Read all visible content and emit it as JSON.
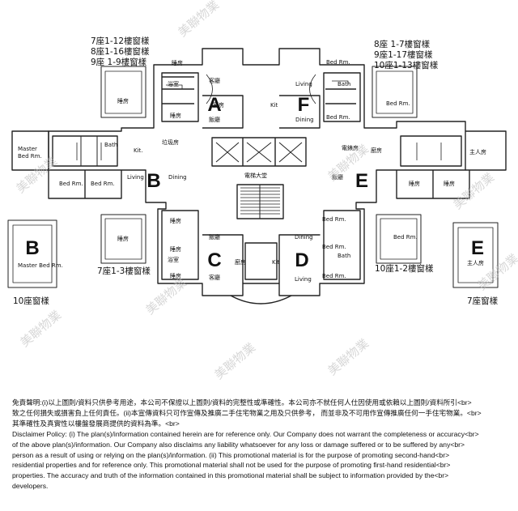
{
  "units": {
    "A": "A",
    "B": "B",
    "C": "C",
    "D": "D",
    "E": "E",
    "F": "F"
  },
  "notes": {
    "tl": [
      "7座1-12樓窗樣",
      "8座1-16樓窗樣",
      "9座 1-9樓窗樣"
    ],
    "tr": [
      "8座 1-7樓窗樣",
      "9座1-17樓窗樣",
      "10座1-13樓窗樣"
    ],
    "bl_mid": "7座1-3樓窗樣",
    "br_mid": "10座1-2樓窗樣",
    "bl_corner": "10座窗樣",
    "br_corner": "7座窗樣"
  },
  "rooms": {
    "bedroom_zh": "睡房",
    "bedroom_en": "Bed Rm.",
    "bath_zh": "浴室",
    "bath_en": "Bath",
    "living_zh": "客廳",
    "living_en": "Living",
    "dining_zh": "飯廳",
    "dining_en": "Dining",
    "kitchen_zh": "廚房",
    "kitchen_en": "Kit.",
    "kitchen_en2": "Kit",
    "master_zh": "主人房",
    "master_en": "Master\nBed Rm.",
    "master_en_inline": "Master Bed Rm.",
    "elevator_hall": "電梯大堂",
    "meter_room": "電錶房",
    "utility_a": "垃圾房"
  },
  "watermark": "美聯物業",
  "disclaimer": [
    "免責聲明:(i)以上圖則/資料只供參考用途，本公司不保證以上圖則/資料的完整性或準確性。本公司亦不就任何人仕因使用或依賴以上圖則/資料所引<br>",
    "致之任何損失或損害負上任何責任。(ii)本宣傳資料只可作宣傳及推廣二手住宅物業之用及只供參考， 而並非及不可用作宣傳推廣任何一手住宅物業。<br>",
    "其準確性及真實性以樓盤發展商提供的資料為準。<br>",
    "Disclaimer Policy: (i) The plan(s)/information contained herein are for reference only. Our Company does not warrant the completeness or accuracy<br>",
    "of the above plan(s)/information. Our Company also disclaims any liability whatsoever for any loss or damage suffered or to be suffered by any<br>",
    "person as a result of using or relying on the plan(s)/information. (ii) This promotional material is for the purpose of promoting second-hand<br>",
    "residential properties and for reference only. This promotional material shall not be used for the purpose of promoting first-hand residential<br>",
    "properties. The accuracy and truth of the information contained in this promotional material shall be subject to information provided by the<br>",
    "developers."
  ]
}
